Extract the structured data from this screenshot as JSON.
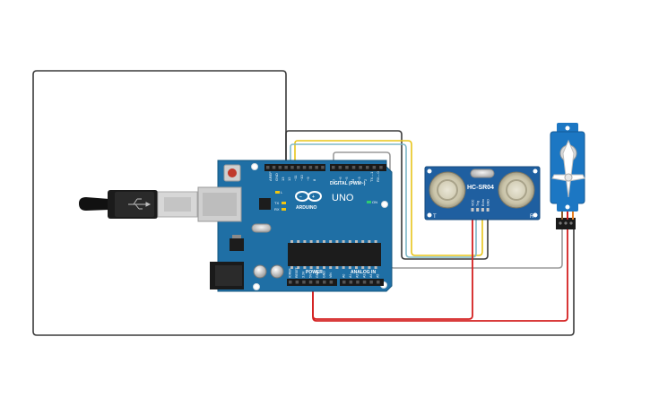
{
  "arduino": {
    "uno_label": "UNO",
    "brand_label": "ARDUINO",
    "digital_label": "DIGITAL (PWM~)",
    "power_label": "POWER",
    "analog_label": "ANALOG IN",
    "aref_label": "AREF",
    "gnd_label": "GND",
    "pin13": "13",
    "pin12": "12",
    "pin11": "~11",
    "pin10": "~10",
    "pin9": "~9",
    "pin8": "8",
    "pin7": "7",
    "pin6": "~6",
    "pin5": "~5",
    "pin4": "4",
    "pin3": "~3",
    "pin2": "2",
    "tx1": "TX→1",
    "rx0": "RX←0",
    "l_led": "L",
    "tx_led": "TX",
    "rx_led": "RX",
    "on_led": "ON",
    "power_pins": [
      "IOREF",
      "RESET",
      "3.3V",
      "5V",
      "GND",
      "GND",
      "VIN"
    ],
    "analog_pins": [
      "A0",
      "A1",
      "A2",
      "A3",
      "A4",
      "A5"
    ]
  },
  "sensor": {
    "model": "HC-SR04",
    "left_mark": "T",
    "right_mark": "R",
    "pins": [
      "VCC",
      "Trig",
      "Echo",
      "GND"
    ]
  },
  "colors": {
    "wire_black": "#3a3a3a",
    "wire_yellow": "#e8c51a",
    "wire_teal": "#7fb8c8",
    "wire_gray": "#9a9a9a",
    "wire_red": "#d42020",
    "board_blue": "#1f6fa5",
    "sensor_blue": "#1f5fa0",
    "servo_blue": "#1c77c3"
  }
}
